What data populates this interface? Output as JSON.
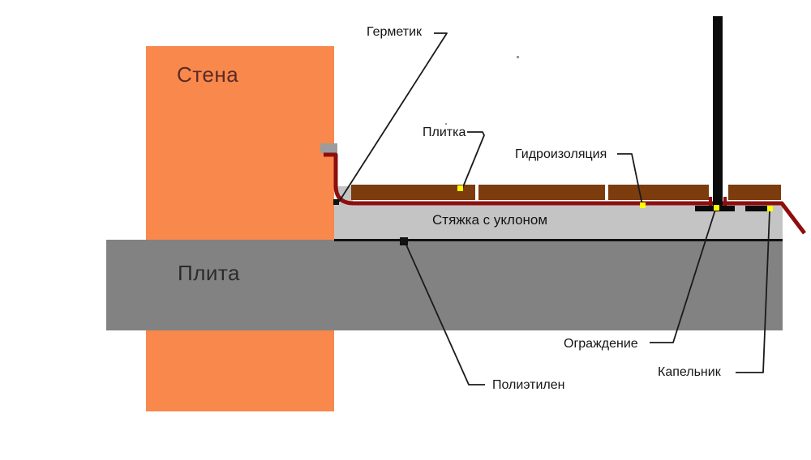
{
  "diagram": {
    "labels": {
      "wall": "Стена",
      "slab": "Плита",
      "screed": "Стяжка с уклоном",
      "sealant": "Герметик",
      "tile": "Плитка",
      "waterproofing": "Гидроизоляция",
      "railing": "Ограждение",
      "drip_edge": "Капельник",
      "polyethylene": "Полиэтилен"
    },
    "colors": {
      "background": "#FFFFFF",
      "wall": "#F8884C",
      "slab": "#828282",
      "screed": "#C4C4C4",
      "tile": "#7C3C0E",
      "waterproofing": "#8E0E0E",
      "post": "#0B0B0B",
      "bracket": "#9C9C9C",
      "marker": "#FFFF00",
      "leader": "#1A1A1A",
      "polyethylene": "#111111"
    }
  }
}
